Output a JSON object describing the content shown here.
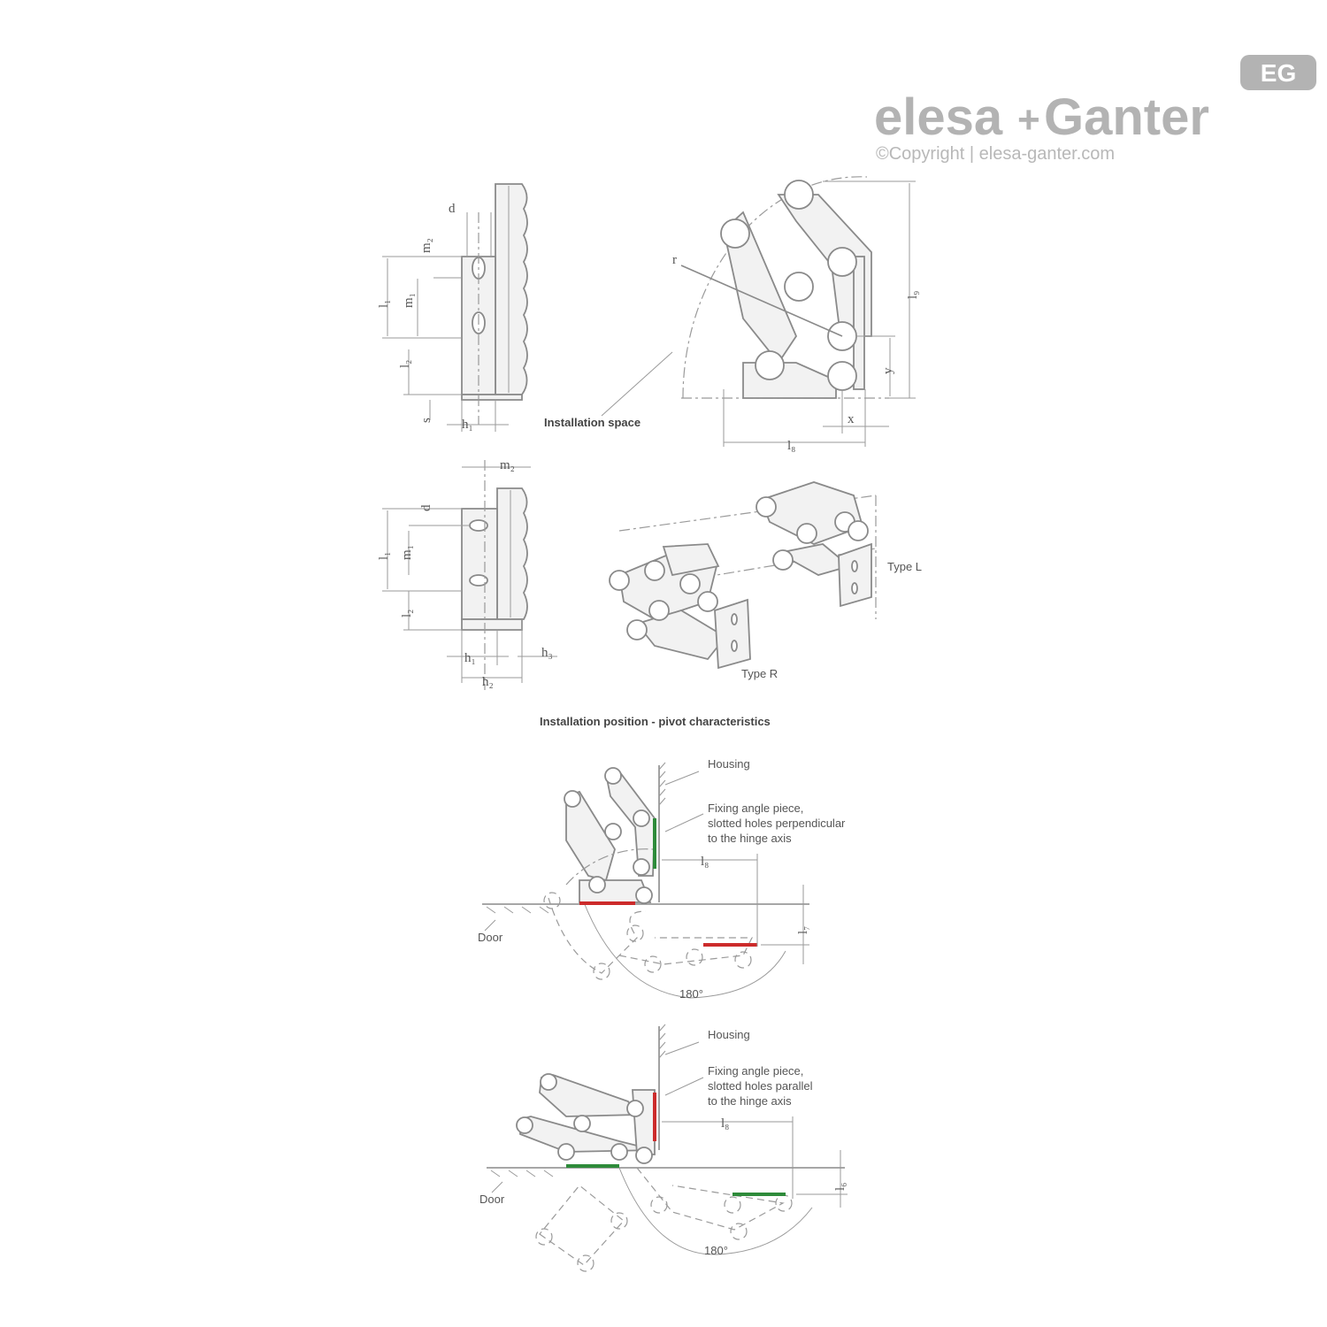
{
  "brand": {
    "name_left": "elesa",
    "plus": "+",
    "name_right": "Ganter",
    "copyright": "©Copyright | elesa-ganter.com",
    "badge": "EG",
    "color": "#b3b3b3"
  },
  "top_left_view": {
    "labels": {
      "d": "d",
      "m2": "m₂",
      "m1": "m₁",
      "l1": "l₁",
      "l2": "l₂",
      "s": "s",
      "h1": "h₁"
    }
  },
  "top_right_view": {
    "labels": {
      "r": "r",
      "l9": "l₉",
      "y": "y",
      "x": "x",
      "l8": "l₈"
    },
    "installation_space": "Installation space"
  },
  "mid_left_view": {
    "labels": {
      "m2": "m₂",
      "d": "d",
      "m1": "m₁",
      "l1": "l₁",
      "l2": "l₂",
      "h1": "h₁",
      "h2": "h₂",
      "h3": "h₃"
    }
  },
  "iso_view": {
    "type_l": "Type L",
    "type_r": "Type R"
  },
  "section_title": "Installation position - pivot characteristics",
  "diagram_1": {
    "housing": "Housing",
    "fixing_line1": "Fixing angle piece,",
    "fixing_line2": "slotted holes perpendicular",
    "fixing_line3": "to the hinge axis",
    "door": "Door",
    "l8": "l₈",
    "l7": "l₇",
    "angle": "180°",
    "vertical_color": "#2e8b3a",
    "horizontal_color": "#cc2b2b"
  },
  "diagram_2": {
    "housing": "Housing",
    "fixing_line1": "Fixing angle piece,",
    "fixing_line2": "slotted holes parallel",
    "fixing_line3": "to the hinge axis",
    "door": "Door",
    "l8": "l₈",
    "l6": "l₆",
    "angle": "180°",
    "vertical_color": "#cc2b2b",
    "horizontal_color": "#2e8b3a"
  }
}
